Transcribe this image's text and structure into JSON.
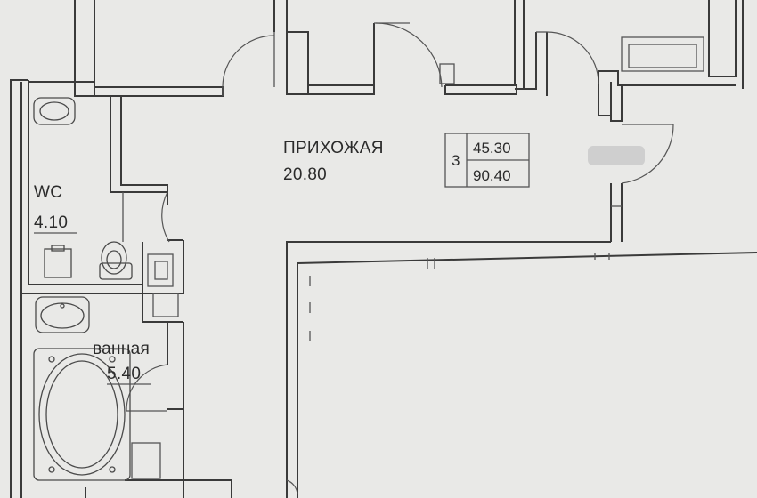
{
  "rooms": {
    "hallway": {
      "name": "ПРИХОЖАЯ",
      "area": "20.80"
    },
    "wc": {
      "name": "WC",
      "area": "4.10"
    },
    "bathroom": {
      "name": "ванная",
      "area": "5.40"
    }
  },
  "apartment_box": {
    "rooms_count": "3",
    "living_area": "45.30",
    "total_area": "90.40"
  },
  "colors": {
    "background": "#e9e9e7",
    "lines": "#3a3a3a",
    "redaction": "#cfcfcf"
  }
}
